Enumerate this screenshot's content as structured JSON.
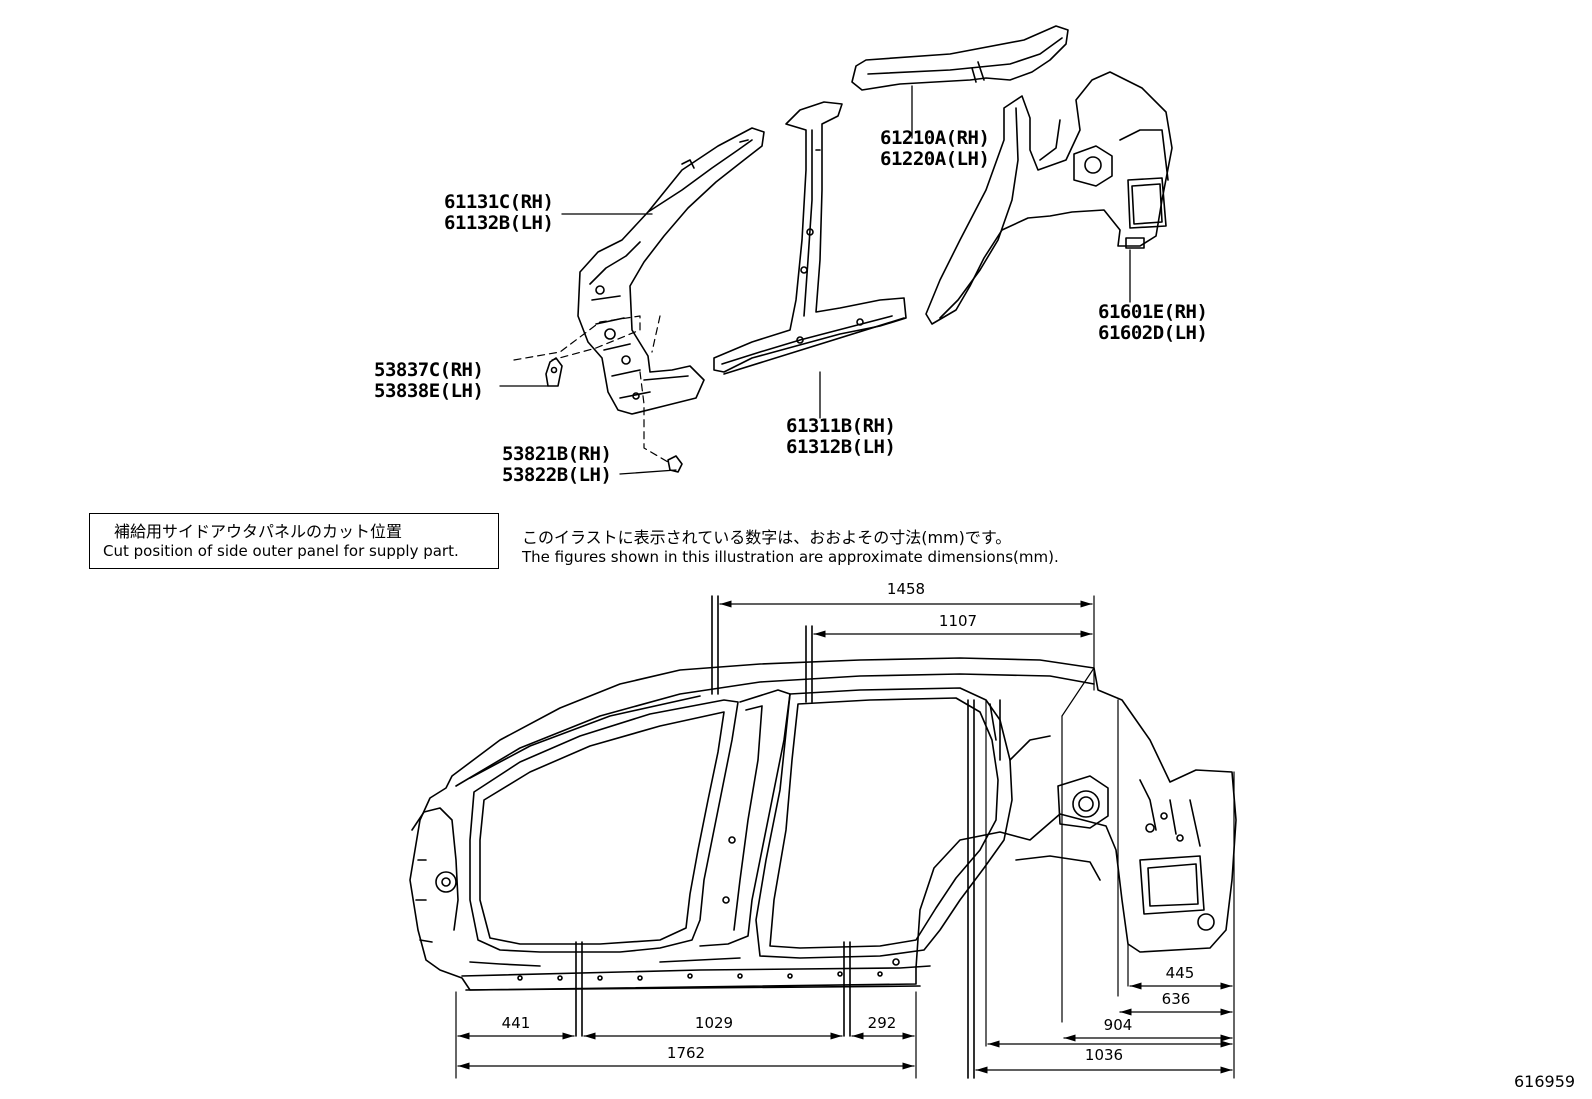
{
  "parts": [
    {
      "rh": "61131C(RH)",
      "lh": "61132B(LH)"
    },
    {
      "rh": "61210A(RH)",
      "lh": "61220A(LH)"
    },
    {
      "rh": "61601E(RH)",
      "lh": "61602D(LH)"
    },
    {
      "rh": "53837C(RH)",
      "lh": "53838E(LH)"
    },
    {
      "rh": "61311B(RH)",
      "lh": "61312B(LH)"
    },
    {
      "rh": "53821B(RH)",
      "lh": "53822B(LH)"
    }
  ],
  "notes": {
    "cut_jp": "補給用サイドアウタパネルのカット位置",
    "cut_en": "Cut position of side outer panel for supply part.",
    "dim_jp": "このイラストに表示されている数字は、おおよその寸法(mm)です。",
    "dim_en": "The figures shown in this illustration are approximate dimensions(mm)."
  },
  "dimensions": {
    "top_long": "1458",
    "top_short": "1107",
    "bottom_left": "441",
    "bottom_mid": "1029",
    "bottom_right": "292",
    "bottom_total": "1762",
    "rear_445": "445",
    "rear_636": "636",
    "rear_904": "904",
    "rear_1036": "1036"
  },
  "illustration_id": "616959"
}
